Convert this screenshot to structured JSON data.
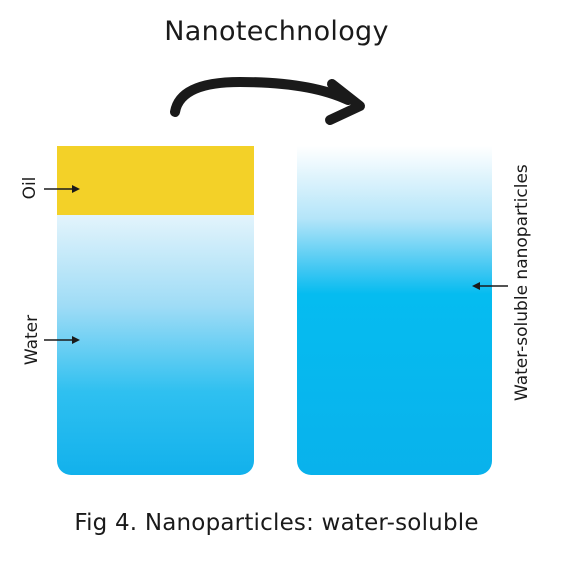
{
  "title": "Nanotechnology",
  "caption": "Fig 4. Nanoparticles: water-soluble",
  "labels": {
    "oil": "Oil",
    "water": "Water",
    "nanoparticles": "Water-soluble nanoparticles"
  },
  "colors": {
    "oil": "#f3d128",
    "water": "#12b1ec",
    "arrow": "#1a1a1a"
  },
  "icons": {
    "transform_arrow": "curved-arrow-icon",
    "pointer": "left-right-arrow-icon"
  }
}
